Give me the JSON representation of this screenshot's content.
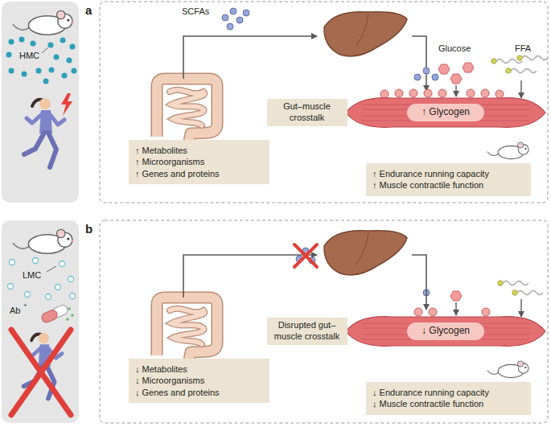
{
  "diagram": {
    "nodes": [
      {
        "text": [
          "↑ Metabolites",
          "↑ Microorganisms",
          "↑ Genes and proteins"
        ]
      },
      {
        "text": [
          "↑ Glycogen"
        ]
      },
      {
        "text": [
          "↑ Endurance running capacity",
          "↑ Muscle contractile function"
        ]
      },
      {
        "text": [
          "↓ Metabolites",
          "↓ Microorganisms",
          "↓ Genes and proteins"
        ]
      },
      {
        "text": [
          "↓ Glycogen"
        ]
      },
      {
        "text": [
          "↓ Endurance running capacity",
          "↓ Muscle contractile function"
        ]
      }
    ],
    "edges": [
      {
        "from": 0,
        "to": 1,
        "arrow": "both",
        "label": "Gut–muscle crosstalk"
      },
      {
        "from": 3,
        "to": 4,
        "arrow": "both",
        "label": "Disrupted gut–muscle crosstalk"
      }
    ],
    "labels": [
      "a",
      "HMC",
      "SCFAs",
      "Glucose",
      "FFA",
      "b",
      "LMC",
      "Ab",
      "+"
    ]
  }
}
